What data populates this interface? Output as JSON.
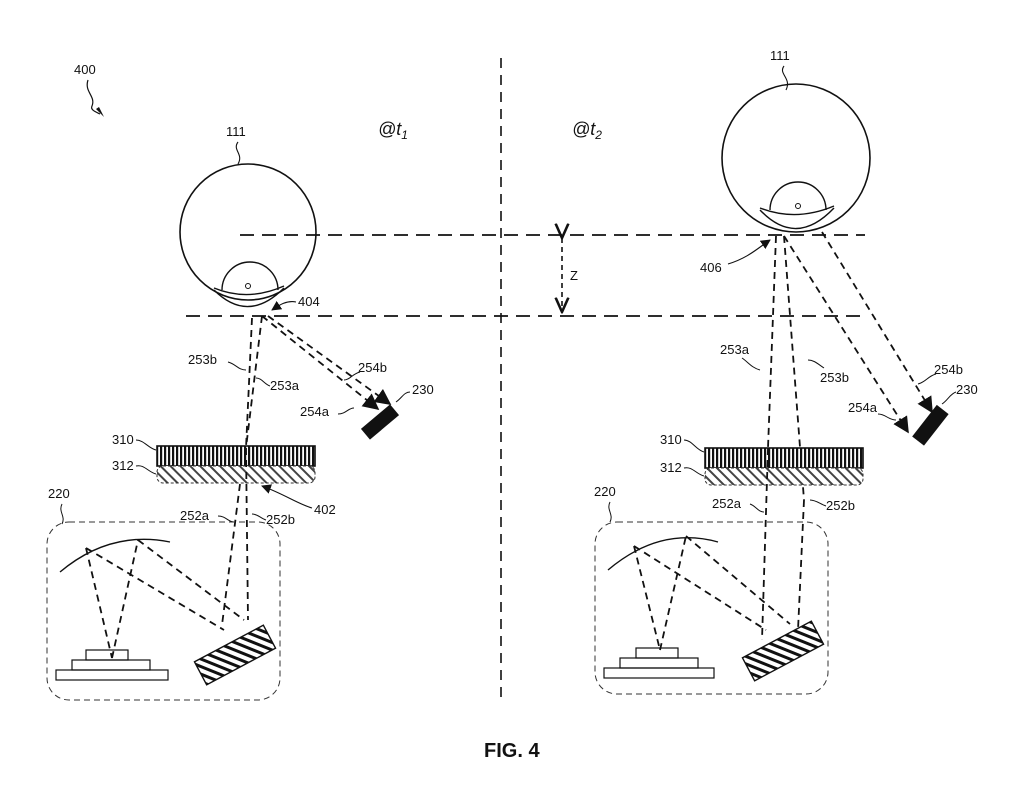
{
  "figure": {
    "caption": "FIG. 4",
    "ref_number": "400"
  },
  "left_scene": {
    "time_label": "@t",
    "time_sub": "1",
    "eye": "111",
    "cornea_point": "404",
    "optic_point": "402",
    "camera": "230",
    "layer_top": "310",
    "layer_bottom": "312",
    "projector": "220",
    "ray_a_up": "253a",
    "ray_b_up": "253b",
    "ray_a_out": "254a",
    "ray_b_out": "254b",
    "ray_a_low": "252a",
    "ray_b_low": "252b"
  },
  "right_scene": {
    "time_label": "@t",
    "time_sub": "2",
    "eye": "111",
    "cornea_point": "406",
    "camera": "230",
    "layer_top": "310",
    "layer_bottom": "312",
    "projector": "220",
    "ray_a_up": "253a",
    "ray_b_up": "253b",
    "ray_a_out": "254a",
    "ray_b_out": "254b",
    "ray_a_low": "252a",
    "ray_b_low": "252b"
  },
  "displacement_label": "Z",
  "colors": {
    "ink": "#111111",
    "background": "#ffffff"
  },
  "icons": [
    "eye-icon",
    "camera-icon",
    "lens-layer-icon",
    "projector-icon"
  ]
}
